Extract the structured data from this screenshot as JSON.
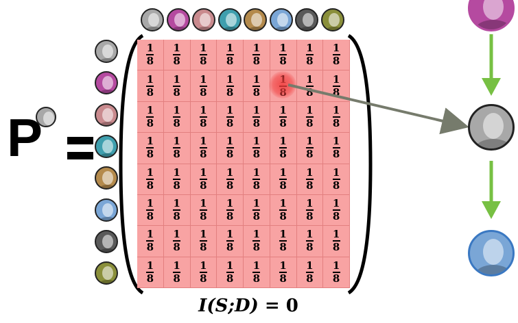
{
  "matrix": {
    "numerator": "1",
    "denominator": "8",
    "rows": 8,
    "cols": 8,
    "highlighted_cell": {
      "row": 2,
      "col": 6
    }
  },
  "symbol": {
    "letter": "P"
  },
  "equation": {
    "text": "I(S;D) = ",
    "value": "0"
  },
  "colors": {
    "matrix_fill": "#f8a3a3",
    "highlight": "#f03c3c",
    "arrow_green": "#77c043",
    "arrow_gray": "#767b6c"
  },
  "avatars": {
    "top": [
      "#a8a8a8",
      "#b54aa0",
      "#c98a8e",
      "#3f9fae",
      "#b48a4c",
      "#7aa6d6",
      "#5a5a5a",
      "#8a8f3a"
    ],
    "left": [
      "#a8a8a8",
      "#b54aa0",
      "#c98a8e",
      "#3f9fae",
      "#b48a4c",
      "#7aa6d6",
      "#5a5a5a",
      "#8a8f3a"
    ],
    "chain": [
      "#b54aa0",
      "#a8a8a8",
      "#7aa6d6"
    ]
  }
}
